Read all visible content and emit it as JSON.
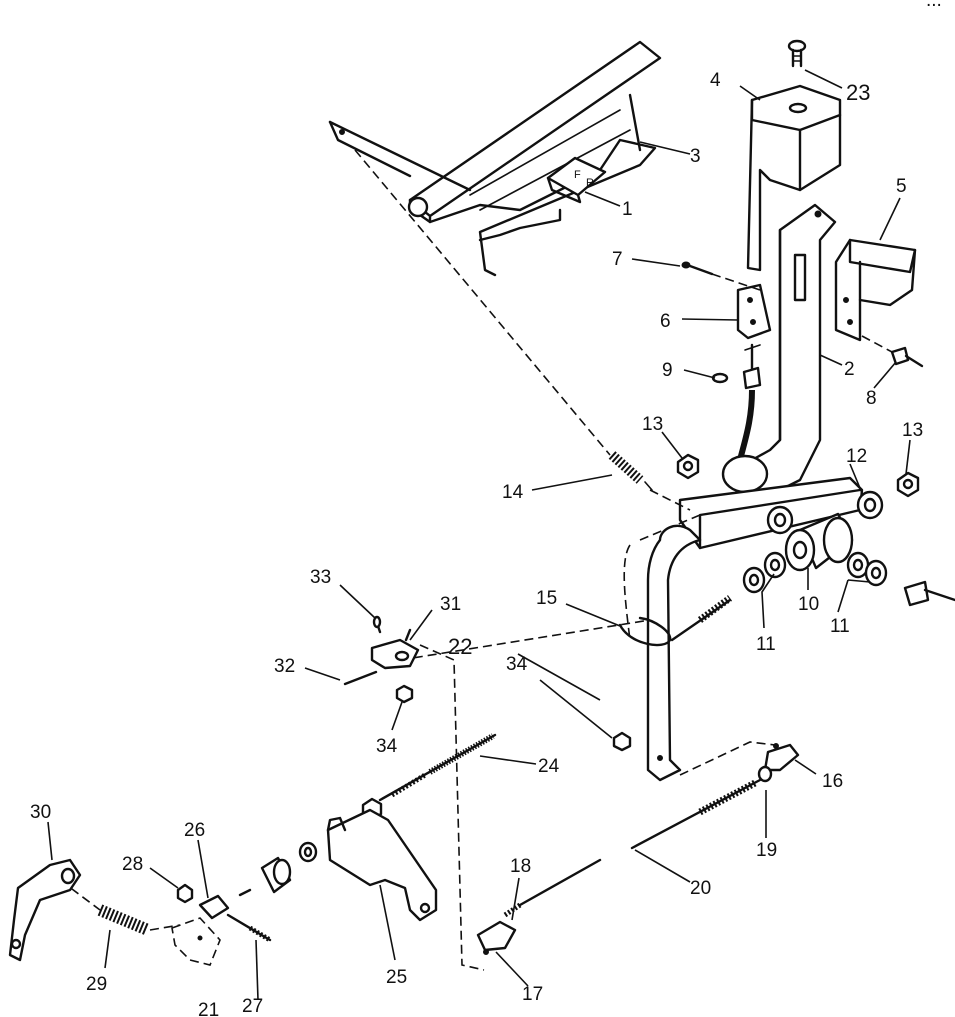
{
  "corner_mark": "...",
  "callouts": {
    "c1": "1",
    "c2": "2",
    "c3": "3",
    "c4": "4",
    "c5": "5",
    "c6": "6",
    "c7": "7",
    "c8": "8",
    "c9": "9",
    "c10": "10",
    "c11a": "11",
    "c11b": "11",
    "c12": "12",
    "c13a": "13",
    "c13b": "13",
    "c14": "14",
    "c15": "15",
    "c16": "16",
    "c17": "17",
    "c18": "18",
    "c19": "19",
    "c20": "20",
    "c21": "21",
    "c22": "22",
    "c23": "23",
    "c24": "24",
    "c25": "25",
    "c26": "26",
    "c27": "27",
    "c28": "28",
    "c29": "29",
    "c30": "30",
    "c31": "31",
    "c32": "32",
    "c33": "33",
    "c34a": "34",
    "c34b": "34"
  }
}
